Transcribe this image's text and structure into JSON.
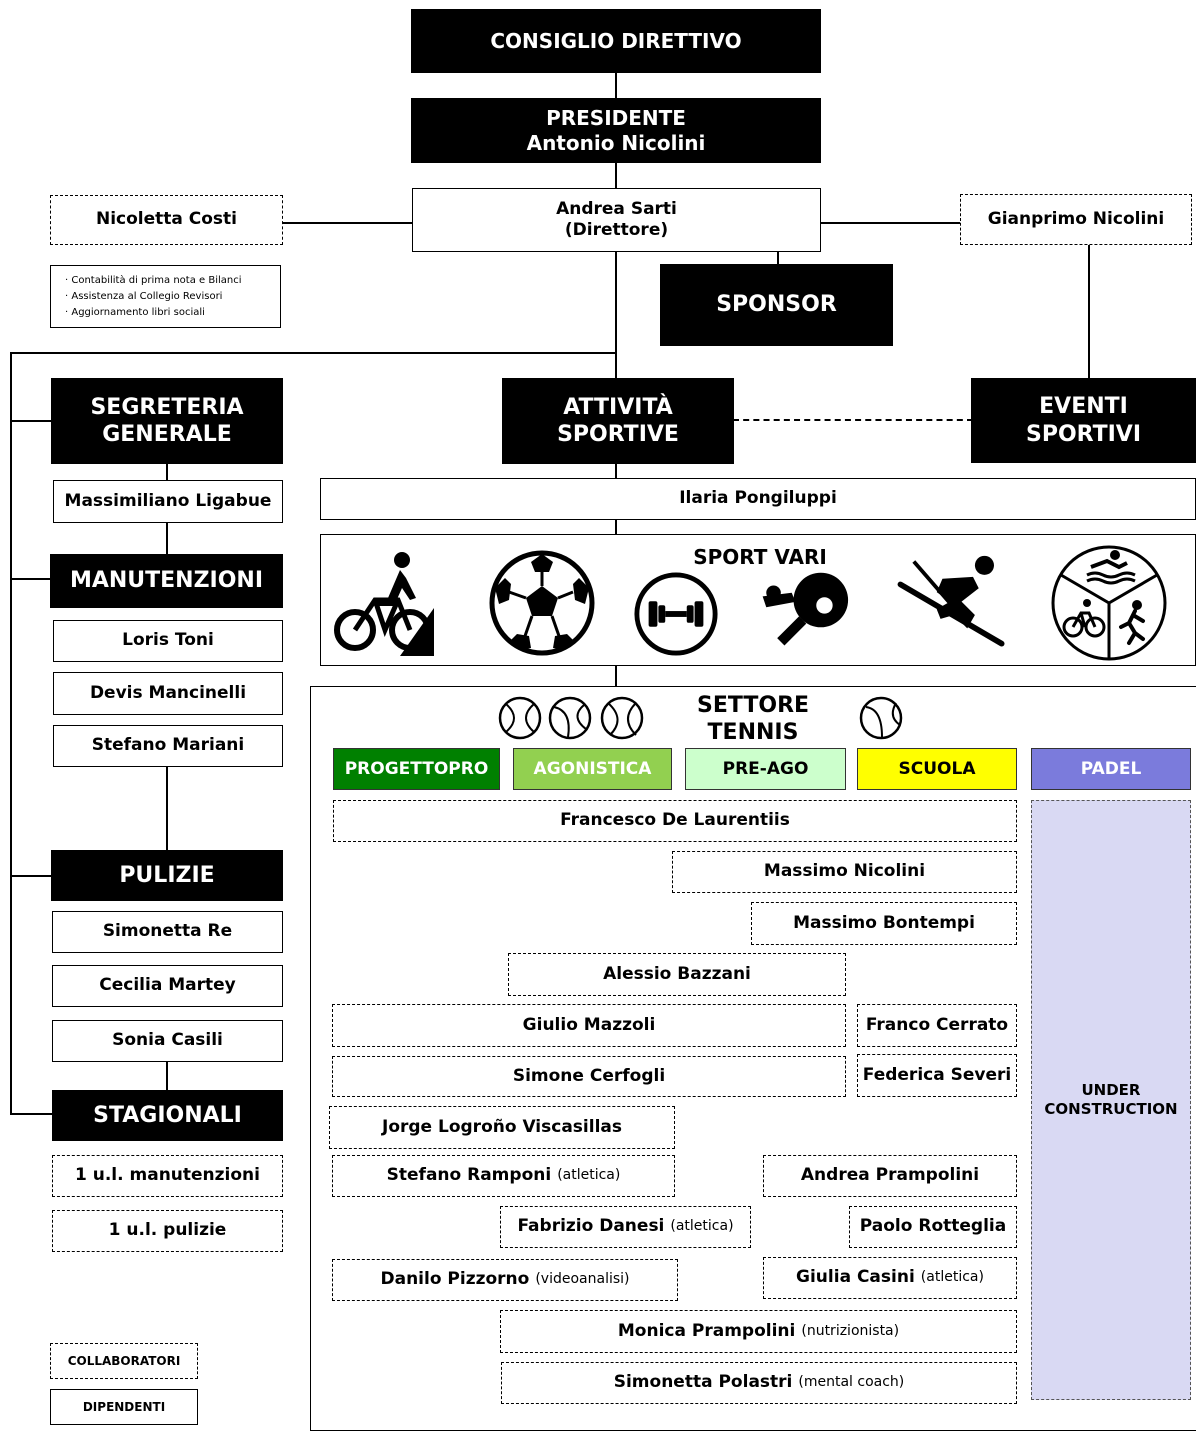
{
  "consiglio": "CONSIGLIO DIRETTIVO",
  "presidente": {
    "title": "PRESIDENTE",
    "name": "Antonio Nicolini"
  },
  "direttore": {
    "name": "Andrea Sarti",
    "role": "(Direttore)"
  },
  "nicoletta": "Nicoletta Costi",
  "nicoletta_tasks": [
    "· Contabilità di prima nota e Bilanci",
    "· Assistenza al Collegio Revisori",
    "· Aggiornamento libri sociali"
  ],
  "gianprimo": "Gianprimo Nicolini",
  "sponsor": "SPONSOR",
  "segreteria": {
    "line1": "SEGRETERIA",
    "line2": "GENERALE",
    "staff": [
      "Massimiliano Ligabue"
    ]
  },
  "manutenzioni": {
    "title": "MANUTENZIONI",
    "staff": [
      "Loris Toni",
      "Devis Mancinelli",
      "Stefano Mariani"
    ]
  },
  "pulizie": {
    "title": "PULIZIE",
    "staff": [
      "Simonetta Re",
      "Cecilia Martey",
      "Sonia Casili"
    ]
  },
  "stagionali": {
    "title": "STAGIONALI",
    "staff": [
      "1 u.l. manutenzioni",
      "1 u.l. pulizie"
    ]
  },
  "attivita": {
    "line1": "ATTIVITÀ",
    "line2": "SPORTIVE"
  },
  "eventi": {
    "line1": "EVENTI",
    "line2": "SPORTIVI"
  },
  "ilaria": "Ilaria Pongiluppi",
  "sport_vari": {
    "title": "SPORT VARI",
    "icons": [
      "cyclist-icon",
      "soccer-ball-icon",
      "dumbbell-icon",
      "ping-pong-icon",
      "skier-icon",
      "triathlon-icon"
    ]
  },
  "tennis": {
    "title": "SETTORE TENNIS",
    "categories": [
      {
        "label": "PROGETTOPRO",
        "color": "#008000",
        "text_color": "#ffffff"
      },
      {
        "label": "AGONISTICA",
        "color": "#92d050",
        "text_color": "#ffffff"
      },
      {
        "label": "PRE-AGO",
        "color": "#ccffcc",
        "text_color": "#000000"
      },
      {
        "label": "SCUOLA",
        "color": "#ffff00",
        "text_color": "#000000"
      },
      {
        "label": "PADEL",
        "color": "#7b7bdc",
        "text_color": "#ffffff"
      }
    ],
    "padel_note": {
      "line1": "UNDER",
      "line2": "CONSTRUCTION"
    },
    "coaches": [
      {
        "name": "Francesco De Laurentiis",
        "note": ""
      },
      {
        "name": "Massimo Nicolini",
        "note": ""
      },
      {
        "name": "Massimo Bontempi",
        "note": ""
      },
      {
        "name": "Alessio Bazzani",
        "note": ""
      },
      {
        "name": "Giulio Mazzoli",
        "note": ""
      },
      {
        "name": "Franco Cerrato",
        "note": ""
      },
      {
        "name": "Simone Cerfogli",
        "note": ""
      },
      {
        "name": "Federica Severi",
        "note": ""
      },
      {
        "name": "Jorge Logroño  Viscasillas",
        "note": ""
      },
      {
        "name": "Stefano Ramponi",
        "note": "(atletica)"
      },
      {
        "name": "Andrea Prampolini",
        "note": ""
      },
      {
        "name": "Fabrizio Danesi",
        "note": "(atletica)"
      },
      {
        "name": "Paolo Rotteglia",
        "note": ""
      },
      {
        "name": "Danilo Pizzorno",
        "note": "(videoanalisi)"
      },
      {
        "name": "Giulia Casini",
        "note": "(atletica)"
      },
      {
        "name": "Monica Prampolini",
        "note": "(nutrizionista)"
      },
      {
        "name": "Simonetta Polastri",
        "note": "(mental coach)"
      }
    ]
  },
  "legend": {
    "collaboratori": "COLLABORATORI",
    "dipendenti": "DIPENDENTI"
  }
}
